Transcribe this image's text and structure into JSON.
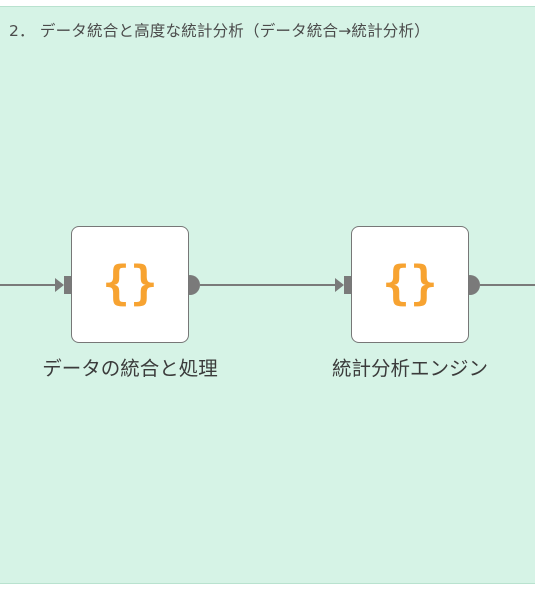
{
  "panel": {
    "title": "2． データ統合と高度な統計分析（データ統合→統計分析）",
    "background": "#d6f3e6"
  },
  "nodes": [
    {
      "label": "データの統合と処理",
      "icon": "curly-braces-icon",
      "icon_glyph": "{}"
    },
    {
      "label": "統計分析エンジン",
      "icon": "curly-braces-icon",
      "icon_glyph": "{}"
    }
  ],
  "colors": {
    "icon": "#f7a331",
    "connector": "#7a7a7a"
  }
}
